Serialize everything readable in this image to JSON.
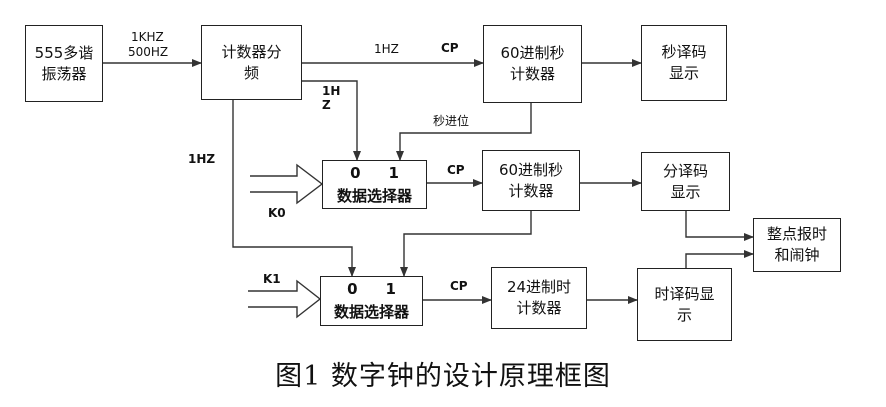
{
  "blocks": {
    "osc": "555多谐\n振荡器",
    "divider": "计数器分\n频",
    "sec_counter": "60进制秒\n计数器",
    "sec_display": "秒译码\n显示",
    "min_counter": "60进制秒\n计数器",
    "min_display": "分译码\n显示",
    "hour_counter": "24进制时\n计数器",
    "hour_display": "时译码显\n示",
    "alarm": "整点报时\n和闹钟"
  },
  "selectors": [
    {
      "port0": "0",
      "port1": "1",
      "label": "数据选择器"
    },
    {
      "port0": "0",
      "port1": "1",
      "label": "数据选择器"
    }
  ],
  "labels": {
    "freq_1khz": "1KHZ",
    "freq_500hz": "500HZ",
    "top_1hz": "1HZ",
    "cp_top": "CP",
    "mid_1hz": "1H\nZ",
    "sec_carry": "秒进位",
    "left_1hz": "1HZ",
    "cp_mid": "CP",
    "k0": "K0",
    "k1": "K1",
    "cp_bottom": "CP"
  },
  "caption": "图1  数字钟的设计原理框图"
}
